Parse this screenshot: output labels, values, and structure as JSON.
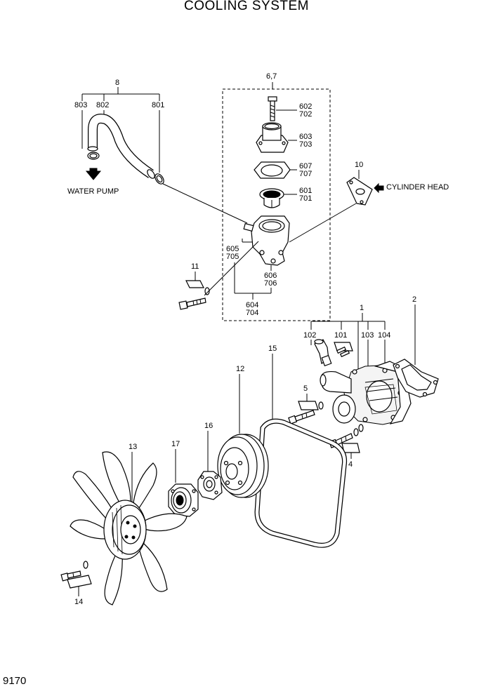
{
  "title": "COOLING SYSTEM",
  "page_number": "9170",
  "assembly": {
    "label": "6,7"
  },
  "references": {
    "water_pump": "WATER PUMP",
    "cylinder_head": "CYLINDER HEAD"
  },
  "callouts": {
    "c8": "8",
    "c803": "803",
    "c802": "802",
    "c801": "801",
    "c602": "602",
    "c702": "702",
    "c603": "603",
    "c703": "703",
    "c607": "607",
    "c707": "707",
    "c601": "601",
    "c701": "701",
    "c605": "605",
    "c705": "705",
    "c606": "606",
    "c706": "706",
    "c604": "604",
    "c704": "704",
    "c10": "10",
    "c11": "11",
    "c1": "1",
    "c2": "2",
    "c102": "102",
    "c101": "101",
    "c103": "103",
    "c104": "104",
    "c15": "15",
    "c12": "12",
    "c5": "5",
    "c16": "16",
    "c13": "13",
    "c17": "17",
    "c4": "4",
    "c14": "14"
  }
}
